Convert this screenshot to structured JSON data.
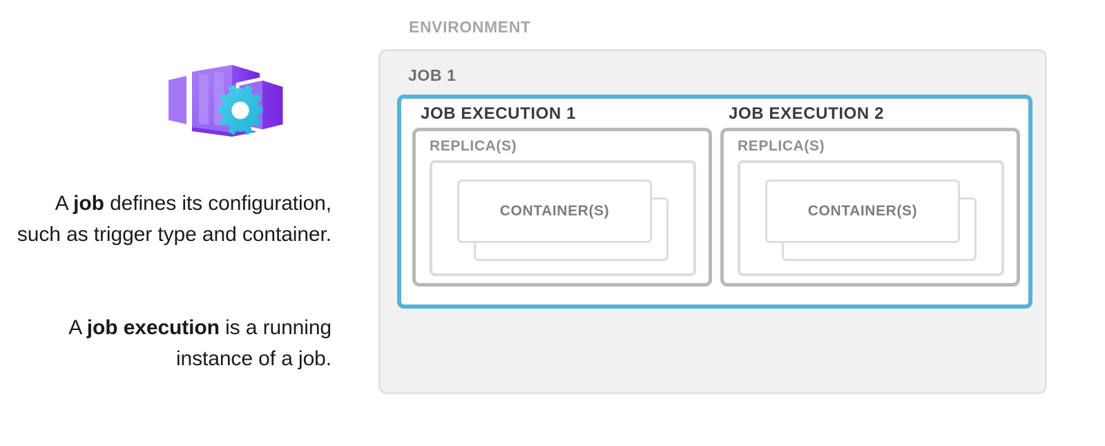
{
  "left": {
    "icon_name": "azure-container-apps-job-icon",
    "icon_colors": {
      "box_light": "#9b6ef3",
      "box_mid": "#8b52ef",
      "box_dark": "#7226dd",
      "gear_light": "#45c8e8",
      "gear_dark": "#22b5d6"
    },
    "caption_1": {
      "prefix": "A ",
      "bold": "job",
      "suffix": " defines its configuration, such as trigger type and container."
    },
    "caption_2": {
      "prefix": "A ",
      "bold": "job execution",
      "suffix": " is a running instance of a job."
    }
  },
  "diagram": {
    "environment_label": "ENVIRONMENT",
    "job_label": "JOB 1",
    "colors": {
      "environment_fill": "#f1f1f1",
      "environment_border": "#e2e2e2",
      "job_border": "#56b4d3",
      "replica_border": "#b9b9b9",
      "replica_inner_border": "#dcdcdc",
      "container_border": "#dcdcdc",
      "environment_text": "#a6a6a6",
      "job_text": "#6e6e6e",
      "execution_text": "#3b3b3b",
      "replica_text": "#8e8e8e",
      "container_text": "#7d7d7d"
    },
    "executions": [
      {
        "label": "JOB EXECUTION 1",
        "replica_label": "REPLICA(S)",
        "container_label": "CONTAINER(S)"
      },
      {
        "label": "JOB EXECUTION 2",
        "replica_label": "REPLICA(S)",
        "container_label": "CONTAINER(S)"
      }
    ]
  }
}
